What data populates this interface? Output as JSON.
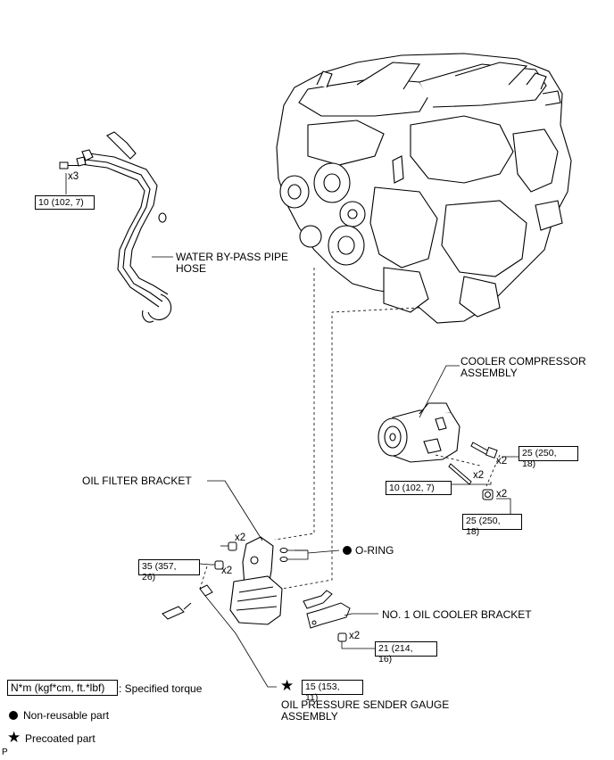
{
  "labels": {
    "water_bypass_pipe_hose": [
      "WATER BY-PASS PIPE",
      "HOSE"
    ],
    "cooler_compressor_assembly": [
      "COOLER COMPRESSOR",
      "ASSEMBLY"
    ],
    "oil_filter_bracket": "OIL FILTER BRACKET",
    "o_ring": "O-RING",
    "no1_oil_cooler_bracket": "NO. 1 OIL COOLER BRACKET",
    "oil_pressure_sender_gauge_assembly": [
      "OIL PRESSURE SENDER GAUGE",
      "ASSEMBLY"
    ]
  },
  "torque_boxes": {
    "hose_bolts": "10 (102, 7)",
    "compressor_bolt": [
      "25 (250,",
      "18)"
    ],
    "compressor_stud": "10 (102, 7)",
    "compressor_nut": [
      "25 (250,",
      "18)"
    ],
    "bracket_bolts": [
      "35 (357,",
      "26)"
    ],
    "cooler_bracket_bolts": [
      "21 (214,",
      "16)"
    ],
    "sender_gauge": [
      "15 (153,",
      "11)"
    ]
  },
  "quantities": {
    "hose_bolts": "x3",
    "compressor_bolt": "x2",
    "compressor_stud": "x2",
    "compressor_nut": "x2",
    "bracket_bolt_upper": "x2",
    "bracket_bolt_lower": "x2",
    "cooler_bracket_bolts": "x2"
  },
  "legend": {
    "unit_box": "N*m (kgf*cm, ft.*lbf)",
    "specified_torque": ": Specified torque",
    "non_reusable": "Non-reusable part",
    "precoated": "Precoated part"
  },
  "footer_code": "P"
}
